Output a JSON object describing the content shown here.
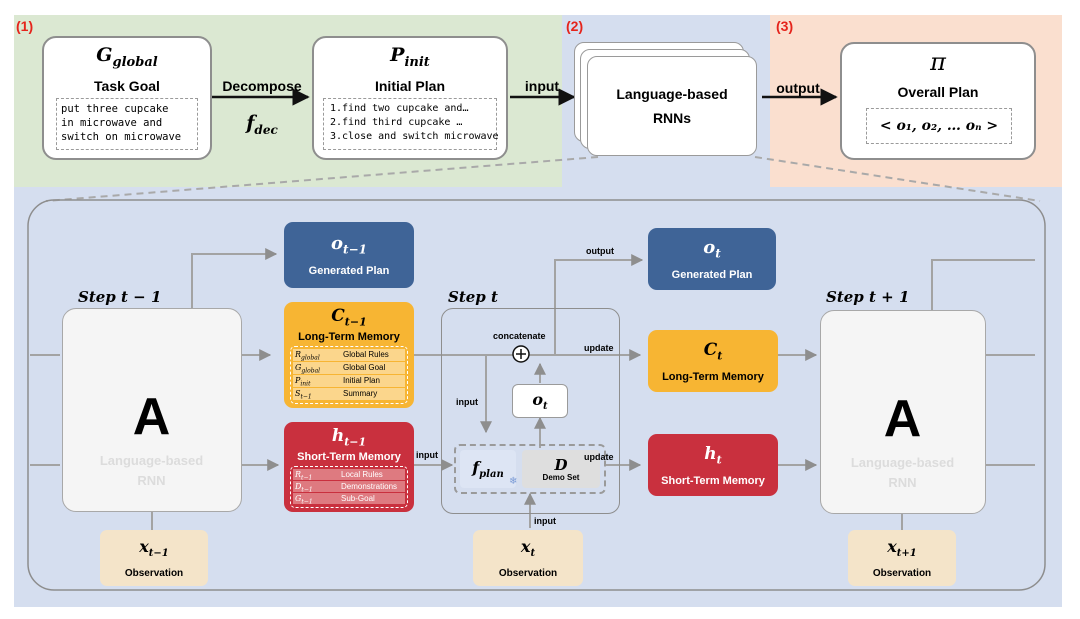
{
  "section1": {
    "marker": "(1)"
  },
  "section2": {
    "marker": "(2)"
  },
  "section3": {
    "marker": "(3)"
  },
  "goal": {
    "symbol": "G",
    "sub": "global",
    "title": "Task Goal",
    "text": [
      "put three cupcake",
      "in microwave and",
      "switch on microwave"
    ]
  },
  "decompose": {
    "label": "Decompose",
    "fn": "f",
    "fn_sub": "dec"
  },
  "initial_plan": {
    "symbol": "P",
    "sub": "init",
    "title": "Initial Plan",
    "items": [
      "1.find two cupcake and…",
      "2.find third cupcake …",
      "3.close and switch microwave"
    ]
  },
  "input_arrow": {
    "label": "input"
  },
  "rnn_stack": {
    "line1": "Language-based",
    "line2": "RNNs"
  },
  "output_arrow": {
    "label": "output"
  },
  "overall_plan": {
    "symbol": "π",
    "title": "Overall Plan",
    "formula": "< o₁, o₂, … oₙ >"
  },
  "steps": {
    "prev": "Step t − 1",
    "cur": "Step t",
    "next": "Step t + 1"
  },
  "cell": {
    "letter": "A",
    "line1": "Language-based",
    "line2": "RNN"
  },
  "plan_prev": {
    "symbol": "o",
    "sub": "t−1",
    "label": "Generated Plan"
  },
  "plan_cur": {
    "symbol": "o",
    "sub": "t",
    "label": "Generated Plan"
  },
  "ltm_prev": {
    "symbol": "C",
    "sub": "t−1",
    "label": "Long-Term Memory",
    "rows": [
      {
        "sym": "R",
        "sub": "global",
        "text": "Global Rules"
      },
      {
        "sym": "G",
        "sub": "global",
        "text": "Global Goal"
      },
      {
        "sym": "P",
        "sub": "init",
        "text": "Initial Plan"
      },
      {
        "sym": "S",
        "sub": "t−1",
        "text": "Summary"
      }
    ]
  },
  "stm_prev": {
    "symbol": "h",
    "sub": "t−1",
    "label": "Short-Term Memory",
    "rows": [
      {
        "sym": "R",
        "sub": "t−1",
        "text": "Local Rules"
      },
      {
        "sym": "D",
        "sub": "t−1",
        "text": "Demonstrations"
      },
      {
        "sym": "G",
        "sub": "t−1",
        "text": "Sub-Goal"
      }
    ]
  },
  "ltm_cur": {
    "symbol": "C",
    "sub": "t",
    "label": "Long-Term Memory"
  },
  "stm_cur": {
    "symbol": "h",
    "sub": "t",
    "label": "Short-Term Memory"
  },
  "step_inner": {
    "o_symbol": "o",
    "o_sub": "t",
    "f_symbol": "f",
    "f_sub": "plan",
    "d_symbol": "D",
    "d_label": "Demo Set"
  },
  "edges": {
    "output": "output",
    "concatenate": "concatenate",
    "update1": "update",
    "update2": "update",
    "input_left": "input",
    "input_stm": "input",
    "input_bottom": "input"
  },
  "obs_prev": {
    "symbol": "x",
    "sub": "t−1",
    "label": "Observation"
  },
  "obs_cur": {
    "symbol": "x",
    "sub": "t",
    "label": "Observation"
  },
  "obs_next": {
    "symbol": "x",
    "sub": "t+1",
    "label": "Observation"
  },
  "colors": {
    "green_panel": "#dbe8d2",
    "blue_panel": "#d5deef",
    "orange_panel": "#fadfcf",
    "plan_blue": "#3f6497",
    "ltm_orange": "#f7b533",
    "stm_red": "#c9303e",
    "obs_tan": "#f4e4c9"
  }
}
